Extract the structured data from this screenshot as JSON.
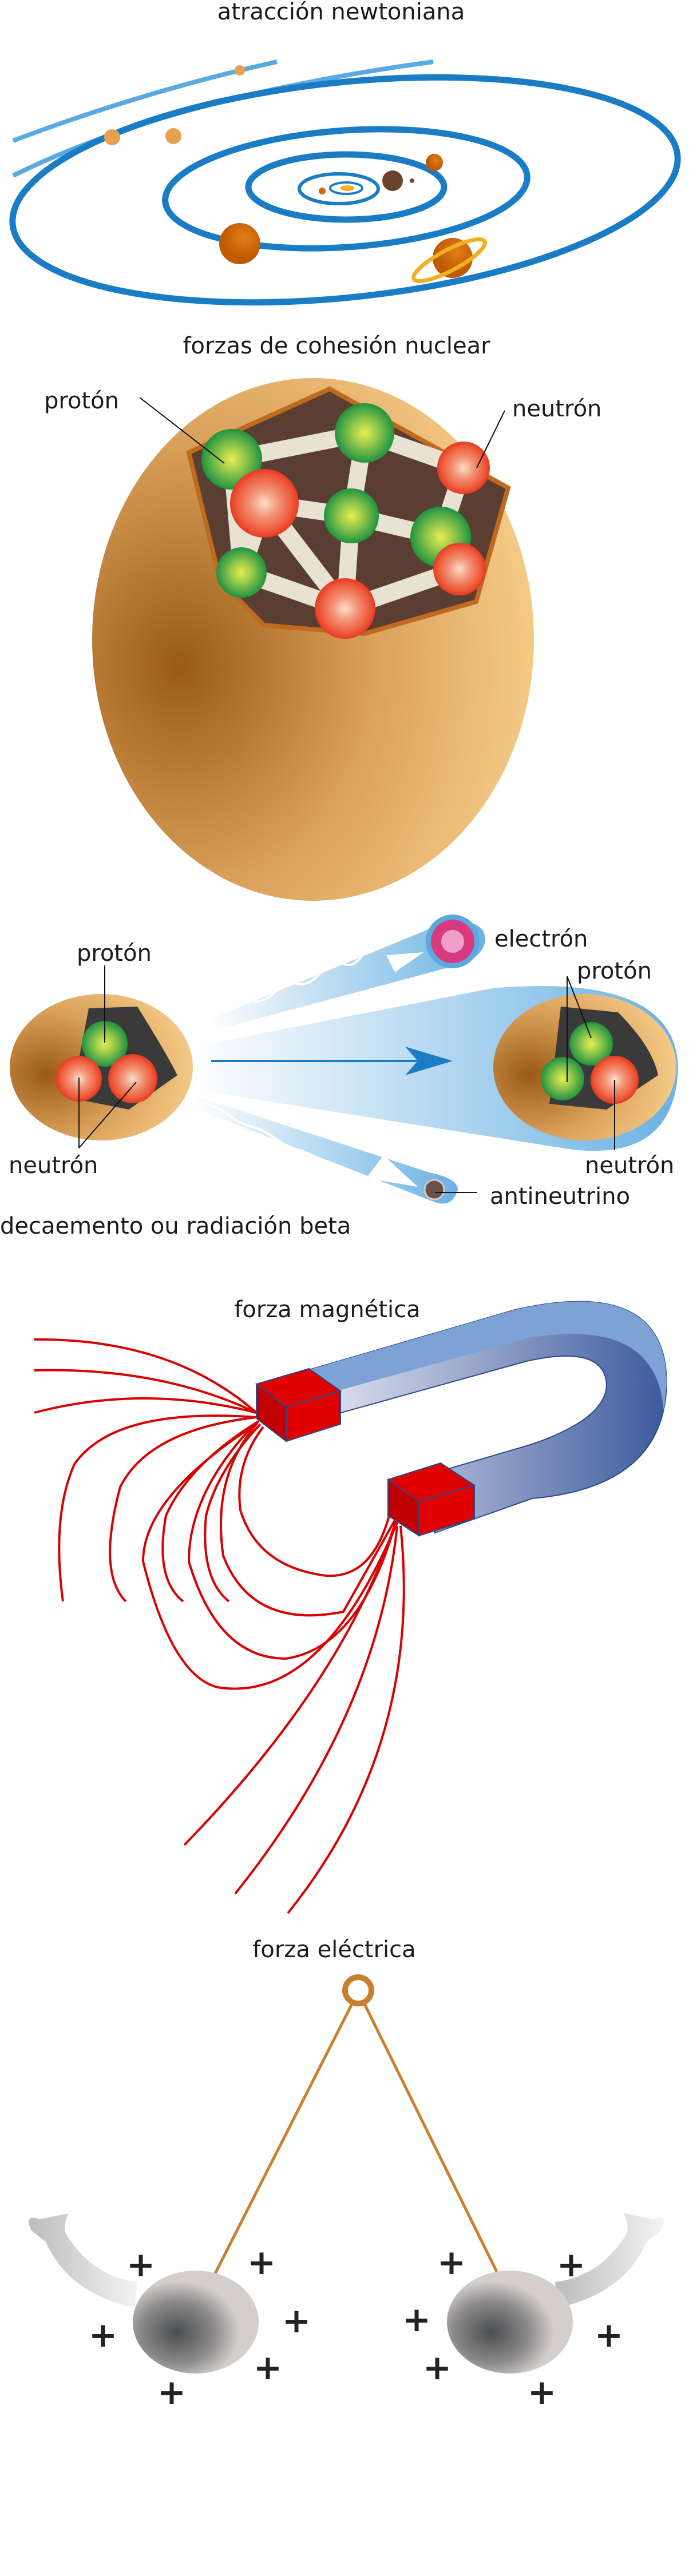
{
  "sections": {
    "newtonian": {
      "title": "atracción newtoniana"
    },
    "nuclear": {
      "title": "forzas de cohesión nuclear",
      "proton_label": "protón",
      "neutron_label": "neutrón"
    },
    "beta": {
      "caption": "decaemento ou radiación beta",
      "left_proton_label": "protón",
      "left_neutron_label": "neutrón",
      "electron_label": "electrón",
      "right_proton_label": "protón",
      "right_neutron_label": "neutrón",
      "antineutrino_label": "antineutrino"
    },
    "magnetic": {
      "title": "forza magnética"
    },
    "electric": {
      "title": "forza eléctrica",
      "charge_symbol": "+"
    }
  },
  "colors": {
    "orbit": "#1a7cc4",
    "planet": "#d2690a",
    "proton": "#2e9b3e",
    "neutron": "#e8452e",
    "magnet_pole": "#e00000",
    "magnet_body": "#7ea2d6",
    "field_line": "#d80000",
    "string": "#c8802e"
  }
}
